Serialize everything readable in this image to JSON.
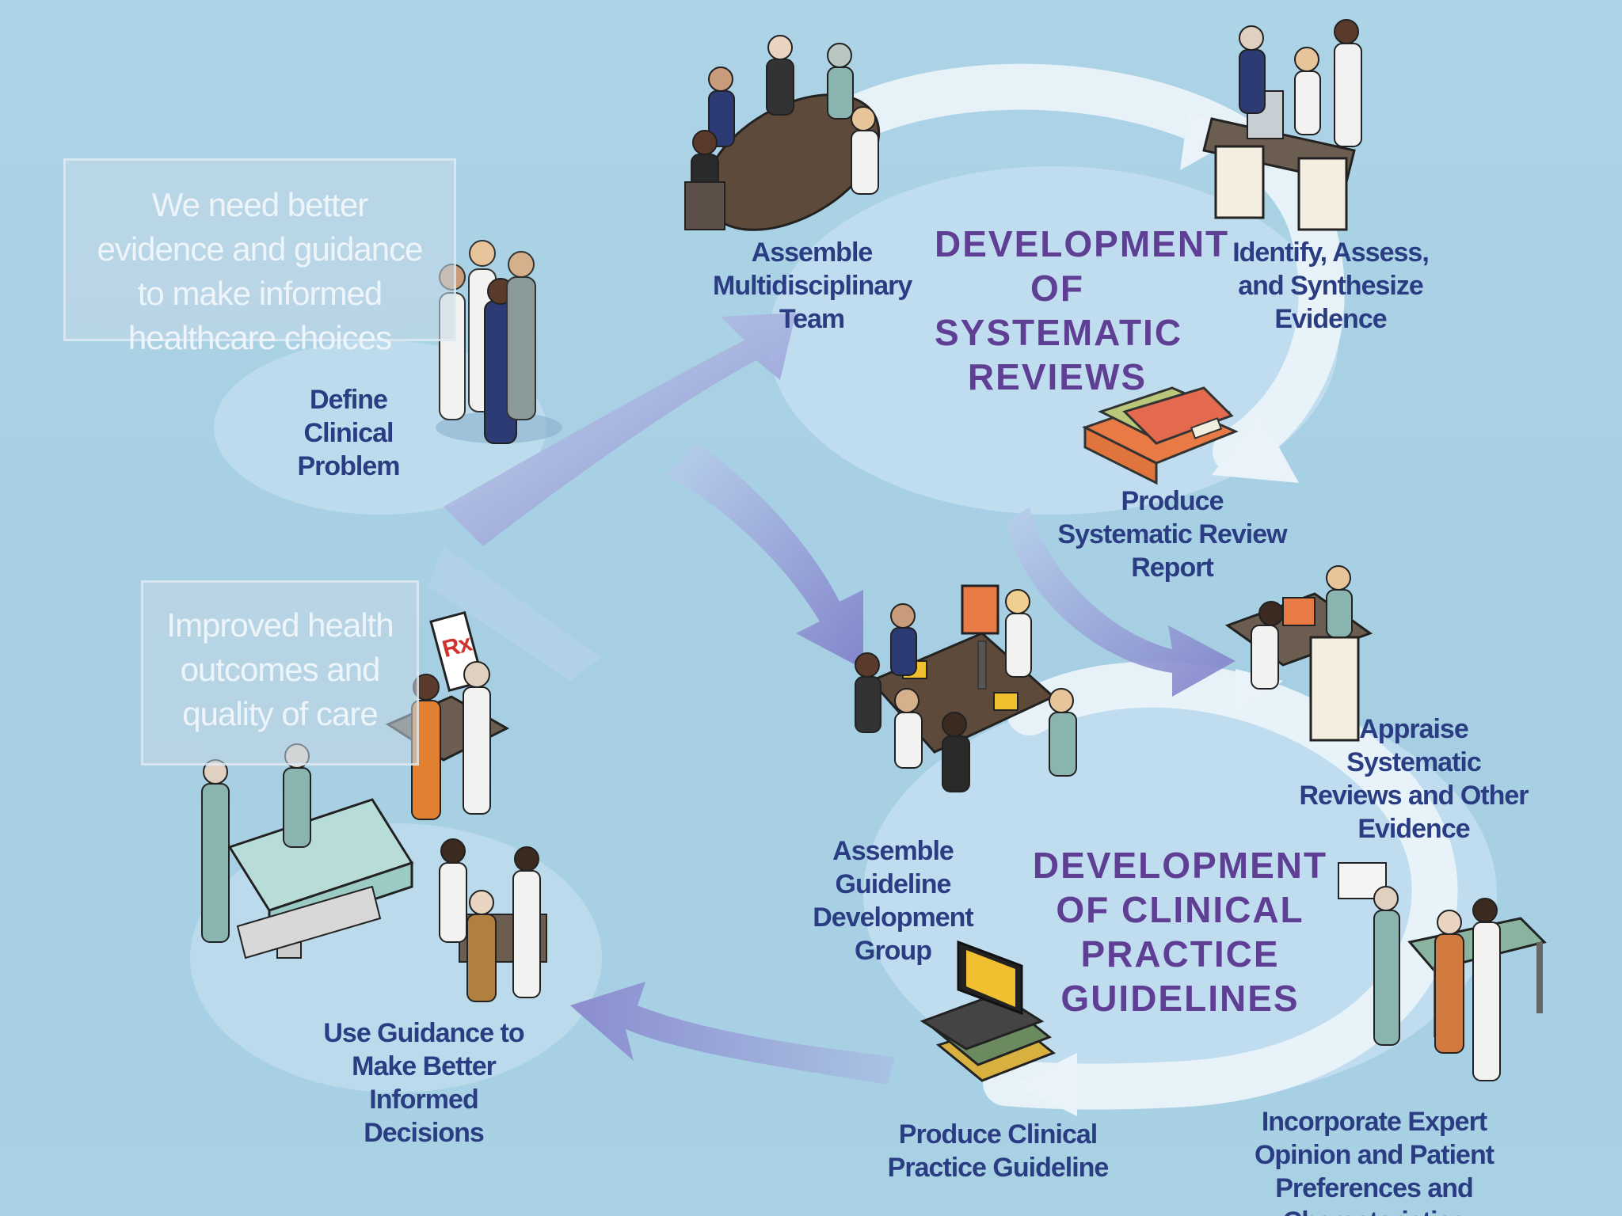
{
  "callouts": {
    "need": "We need better evidence and guidance to make informed healthcare choices",
    "outcome": "Improved health outcomes and quality of care"
  },
  "sections": {
    "systematic_reviews": "DEVELOPMENT OF SYSTEMATIC REVIEWS",
    "clinical_guidelines": "DEVELOPMENT OF CLINICAL PRACTICE GUIDELINES"
  },
  "steps": {
    "define_problem": "Define Clinical Problem",
    "assemble_team": "Assemble Multidisciplinary Team",
    "identify_evidence": "Identify, Assess, and Synthesize Evidence",
    "produce_review": "Produce Systematic Review Report",
    "appraise_reviews": "Appraise Systematic Reviews and Other Evidence",
    "assemble_group": "Assemble Guideline Development Group",
    "incorporate_opinion": "Incorporate Expert Opinion and Patient Preferences and Characteristics",
    "produce_guideline": "Produce Clinical Practice Guideline",
    "use_guidance": "Use Guidance to Make Better Informed Decisions"
  },
  "prescription_symbol": "Rx",
  "colors": {
    "background": "#a9d0e3",
    "label": "#2b3d82",
    "section_title": "#5e3f94",
    "flow_arrow": "#8f8fd0",
    "loop_arrow": "#e9f3f9"
  }
}
